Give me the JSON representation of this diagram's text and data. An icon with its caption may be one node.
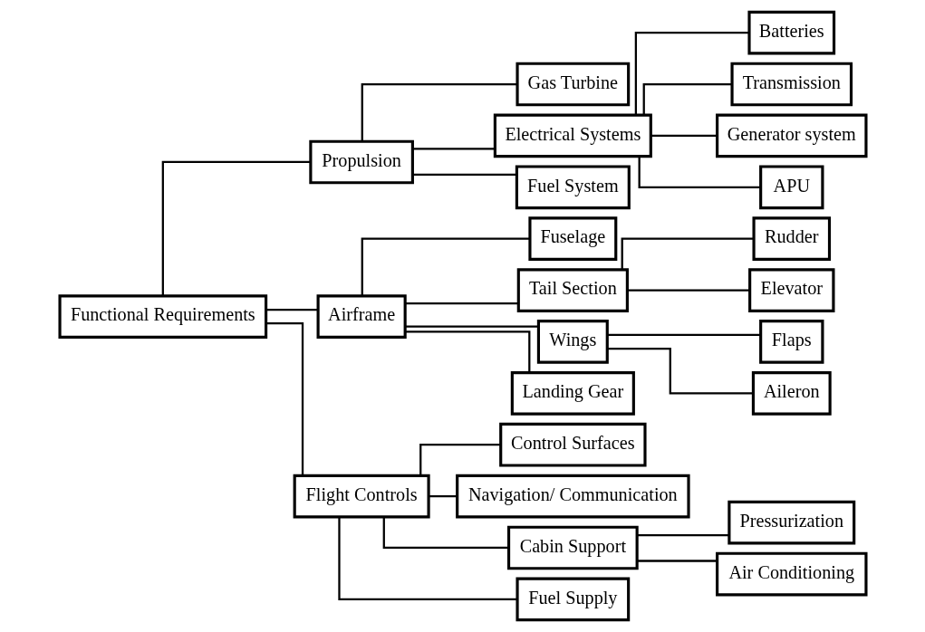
{
  "diagram": {
    "nodes": [
      {
        "text": [
          "Functional Requirements"
        ]
      },
      {
        "text": [
          "Propulsion"
        ]
      },
      {
        "text": [
          "Gas Turbine"
        ]
      },
      {
        "text": [
          "Electrical Systems"
        ]
      },
      {
        "text": [
          "Fuel System"
        ]
      },
      {
        "text": [
          "Batteries"
        ]
      },
      {
        "text": [
          "Transmission"
        ]
      },
      {
        "text": [
          "Generator system"
        ]
      },
      {
        "text": [
          "APU"
        ]
      },
      {
        "text": [
          "Airframe"
        ]
      },
      {
        "text": [
          "Fuselage"
        ]
      },
      {
        "text": [
          "Tail Section"
        ]
      },
      {
        "text": [
          "Rudder"
        ]
      },
      {
        "text": [
          "Elevator"
        ]
      },
      {
        "text": [
          "Wings"
        ]
      },
      {
        "text": [
          "Flaps"
        ]
      },
      {
        "text": [
          "Aileron"
        ]
      },
      {
        "text": [
          "Landing Gear"
        ]
      },
      {
        "text": [
          "Flight Controls"
        ]
      },
      {
        "text": [
          "Control Surfaces"
        ]
      },
      {
        "text": [
          "Navigation/ Communication"
        ]
      },
      {
        "text": [
          "Cabin Support"
        ]
      },
      {
        "text": [
          "Pressurization"
        ]
      },
      {
        "text": [
          "Air Conditioning"
        ]
      },
      {
        "text": [
          "Fuel Supply"
        ]
      }
    ],
    "edges": [
      {
        "from": 0,
        "to": 1,
        "arrow": "none"
      },
      {
        "from": 1,
        "to": 2,
        "arrow": "none"
      },
      {
        "from": 1,
        "to": 3,
        "arrow": "none"
      },
      {
        "from": 1,
        "to": 4,
        "arrow": "none"
      },
      {
        "from": 3,
        "to": 5,
        "arrow": "none"
      },
      {
        "from": 3,
        "to": 6,
        "arrow": "none"
      },
      {
        "from": 3,
        "to": 7,
        "arrow": "none"
      },
      {
        "from": 3,
        "to": 8,
        "arrow": "none"
      },
      {
        "from": 0,
        "to": 9,
        "arrow": "none"
      },
      {
        "from": 9,
        "to": 10,
        "arrow": "none"
      },
      {
        "from": 9,
        "to": 11,
        "arrow": "none"
      },
      {
        "from": 11,
        "to": 12,
        "arrow": "none"
      },
      {
        "from": 11,
        "to": 13,
        "arrow": "none"
      },
      {
        "from": 9,
        "to": 14,
        "arrow": "none"
      },
      {
        "from": 14,
        "to": 15,
        "arrow": "none"
      },
      {
        "from": 14,
        "to": 16,
        "arrow": "none"
      },
      {
        "from": 9,
        "to": 17,
        "arrow": "none"
      },
      {
        "from": 0,
        "to": 18,
        "arrow": "none"
      },
      {
        "from": 18,
        "to": 19,
        "arrow": "none"
      },
      {
        "from": 18,
        "to": 20,
        "arrow": "none"
      },
      {
        "from": 18,
        "to": 21,
        "arrow": "none"
      },
      {
        "from": 21,
        "to": 22,
        "arrow": "none"
      },
      {
        "from": 21,
        "to": 23,
        "arrow": "none"
      },
      {
        "from": 18,
        "to": 24,
        "arrow": "none"
      }
    ]
  }
}
